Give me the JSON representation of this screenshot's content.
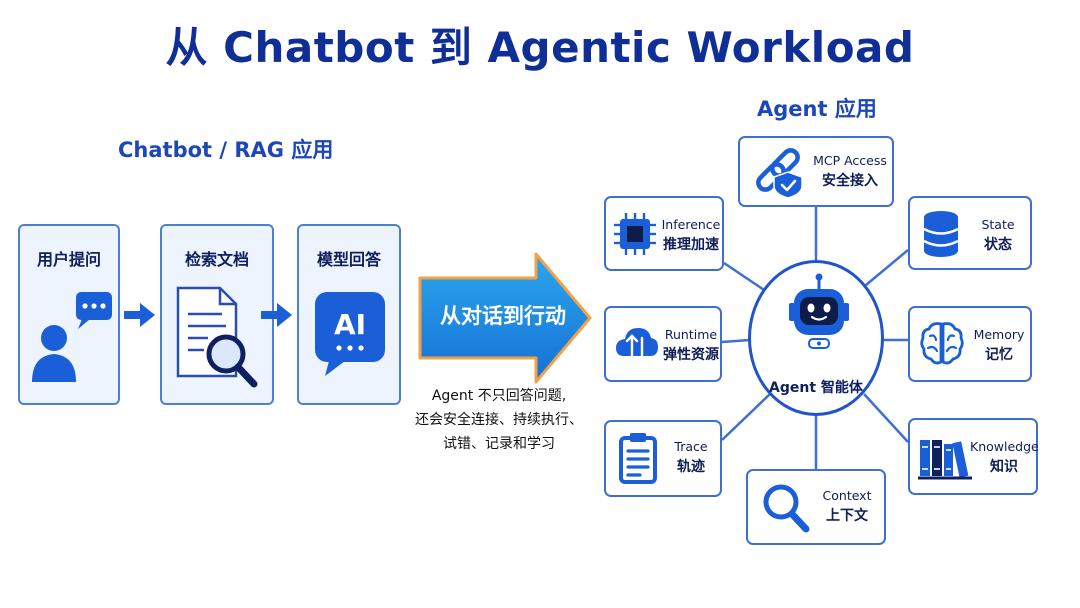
{
  "title": "从 Chatbot 到 Agentic Workload",
  "left_section": {
    "label": "Chatbot / RAG 应用",
    "steps": [
      {
        "label": "用户提问",
        "icon": "user-chat-icon"
      },
      {
        "label": "检索文档",
        "icon": "document-search-icon"
      },
      {
        "label": "模型回答",
        "icon": "ai-chat-bubble-icon"
      }
    ]
  },
  "transition": {
    "arrow_label": "从对话到行动",
    "caption_lines": [
      "Agent 不只回答问题,",
      "还会安全连接、持续执行、",
      "试错、记录和学习"
    ]
  },
  "right_section": {
    "label": "Agent 应用",
    "hub": {
      "label": "Agent 智能体",
      "icon": "robot-icon"
    },
    "capabilities": {
      "mcp": {
        "en": "MCP Access",
        "zh": "安全接入",
        "icon": "link-shield-icon"
      },
      "inference": {
        "en": "Inference",
        "zh": "推理加速",
        "icon": "chip-icon"
      },
      "state": {
        "en": "State",
        "zh": "状态",
        "icon": "database-icon"
      },
      "runtime": {
        "en": "Runtime",
        "zh": "弹性资源",
        "icon": "cloud-icon"
      },
      "memory": {
        "en": "Memory",
        "zh": "记忆",
        "icon": "brain-icon"
      },
      "trace": {
        "en": "Trace",
        "zh": "轨迹",
        "icon": "clipboard-icon"
      },
      "knowledge": {
        "en": "Knowledge",
        "zh": "知识",
        "icon": "books-icon"
      },
      "context": {
        "en": "Context",
        "zh": "上下文",
        "icon": "magnifier-icon"
      }
    }
  },
  "colors": {
    "title": "#0f2e96",
    "accent": "#1f55c9",
    "card_bg": "#eef4fd",
    "arrow_fill": "#1a8fe0",
    "arrow_border": "#f0a24a"
  }
}
